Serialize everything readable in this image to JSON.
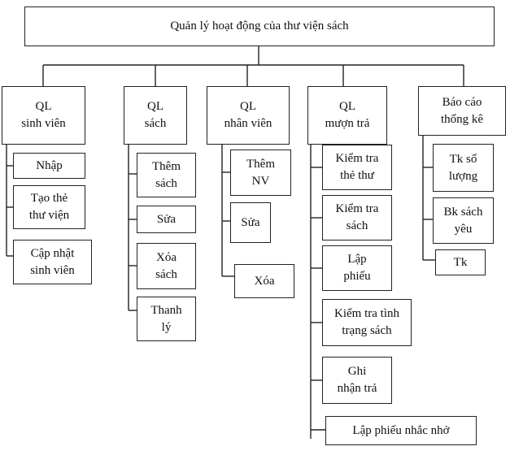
{
  "root": "Quản lý hoạt động của thư viện sách",
  "categories": [
    {
      "label": "QL\nsinh viên",
      "items": [
        "Nhập",
        "Tạo thẻ\nthư viện",
        "Cập nhật\nsinh viên"
      ]
    },
    {
      "label": "QL\nsách",
      "items": [
        "Thêm\nsách",
        "Sửa",
        "Xóa\nsách",
        "Thanh\nlý"
      ]
    },
    {
      "label": "QL\nnhân viên",
      "items": [
        "Thêm\nNV",
        "Sửa",
        "Xóa"
      ]
    },
    {
      "label": "QL\nmượn trả",
      "items": [
        "Kiểm tra\nthẻ thư",
        "Kiểm tra\nsách",
        "Lập\nphiếu",
        "Kiểm tra tình\ntrạng sách",
        "Ghi\nnhận trả",
        "Lập phiếu nhắc nhở"
      ]
    },
    {
      "label": "Báo cáo\nthống kê",
      "items": [
        "Tk số\nlượng",
        "Bk sách\nyêu",
        "Tk"
      ]
    }
  ]
}
